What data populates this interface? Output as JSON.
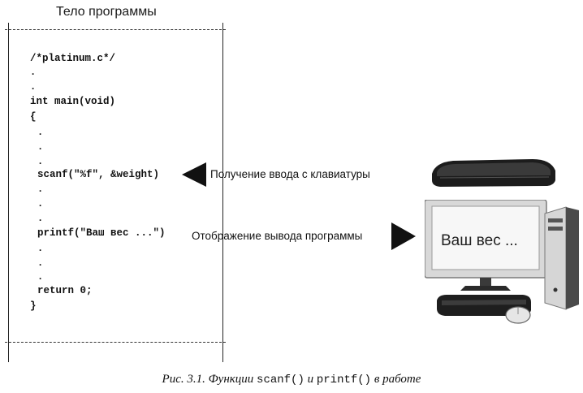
{
  "header": {
    "title": "Тело программы"
  },
  "code": {
    "comment": "/*platinum.c*/",
    "signature": "int main(void)",
    "open_brace": "{",
    "scanf_line": "scanf(\"%f\", &weight)",
    "printf_line": "printf(\"Ваш вес ...\")",
    "return_line": "return 0;",
    "close_brace": "}",
    "dot": "."
  },
  "annotations": {
    "input_label": "Получение ввода с клавиатуры",
    "output_label": "Отображение вывода программы"
  },
  "computer": {
    "screen_text": "Ваш вес ..."
  },
  "caption": {
    "prefix": "Рис. 3.1. Функции ",
    "func1": "scanf()",
    "middle": " и ",
    "func2": "printf()",
    "suffix": " в работе"
  },
  "icons": [
    "left-arrow-icon",
    "right-arrow-icon",
    "keyboard-icon",
    "monitor-icon",
    "pc-tower-icon",
    "mouse-icon"
  ]
}
